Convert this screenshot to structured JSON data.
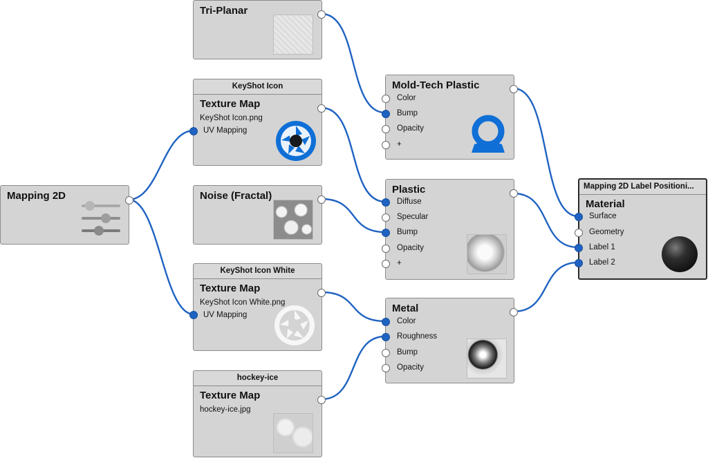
{
  "colors": {
    "wire": "#1f63c2",
    "port_connected": "#1f63c2",
    "node_bg": "#d4d4d4",
    "icon_blue": "#0f6fd6"
  },
  "nodes": {
    "mapping2d": {
      "title": "Mapping 2D",
      "icon": "sliders-icon"
    },
    "triplanar": {
      "title": "Tri-Planar",
      "thumbnail": "triplanar-texture-preview"
    },
    "keyshot_icon": {
      "header": "KeyShot Icon",
      "title": "Texture Map",
      "file": "KeyShot Icon.png",
      "inputs": [
        "UV Mapping"
      ],
      "thumbnail": "keyshot-logo-icon"
    },
    "noise": {
      "title": "Noise (Fractal)",
      "thumbnail": "noise-fractal-preview"
    },
    "keyshot_icon_white": {
      "header": "KeyShot Icon White",
      "title": "Texture Map",
      "file": "KeyShot Icon White.png",
      "inputs": [
        "UV Mapping"
      ],
      "thumbnail": "keyshot-logo-white-icon"
    },
    "hockey_ice": {
      "header": "hockey-ice",
      "title": "Texture Map",
      "file": "hockey-ice.jpg",
      "thumbnail": "hockey-ice-preview"
    },
    "moldtech": {
      "title": "Mold-Tech Plastic",
      "inputs": [
        "Color",
        "Bump",
        "Opacity",
        "+"
      ],
      "thumbnail": "mold-tech-icon"
    },
    "plastic": {
      "title": "Plastic",
      "inputs": [
        "Diffuse",
        "Specular",
        "Bump",
        "Opacity",
        "+"
      ],
      "thumbnail": "plastic-sphere-preview"
    },
    "metal": {
      "title": "Metal",
      "inputs": [
        "Color",
        "Roughness",
        "Bump",
        "Opacity"
      ],
      "thumbnail": "metal-sphere-preview"
    },
    "material": {
      "header": "Mapping 2D Label Positioni...",
      "title": "Material",
      "inputs": [
        "Surface",
        "Geometry",
        "Label 1",
        "Label 2"
      ],
      "thumbnail": "material-sphere-preview"
    }
  }
}
